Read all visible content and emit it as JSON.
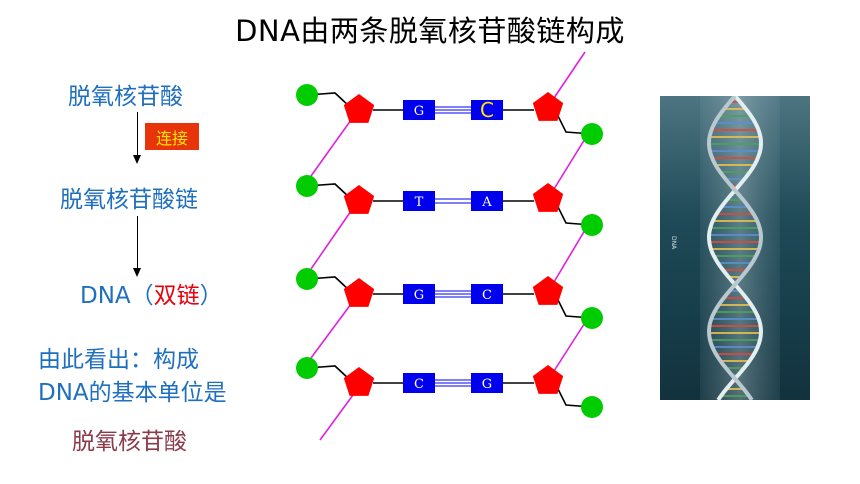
{
  "title": "DNA由两条脱氧核苷酸链构成",
  "flow": {
    "step1": "脱氧核苷酸",
    "link_label": "连接",
    "step2": "脱氧核苷酸链",
    "step3_prefix": "DNA",
    "step3_paren_open": "（",
    "step3_emph": "双链",
    "step3_paren_close": "）"
  },
  "conclusion": {
    "line1": "由此看出：构成",
    "line2": "DNA的基本单位是",
    "answer": "脱氧核苷酸"
  },
  "diagram": {
    "base_pairs": [
      {
        "left": "G",
        "right": "C"
      },
      {
        "left": "T",
        "right": "A"
      },
      {
        "left": "G",
        "right": "C"
      },
      {
        "left": "C",
        "right": "G"
      }
    ],
    "colors": {
      "backbone": "#e020e0",
      "sugar": "#ff0000",
      "phosphate": "#00cc00",
      "base_box": "#0000ee",
      "bond": "#0000ee",
      "highlight_letter": "#ffe600"
    }
  },
  "photo": {
    "label": "DNA"
  }
}
